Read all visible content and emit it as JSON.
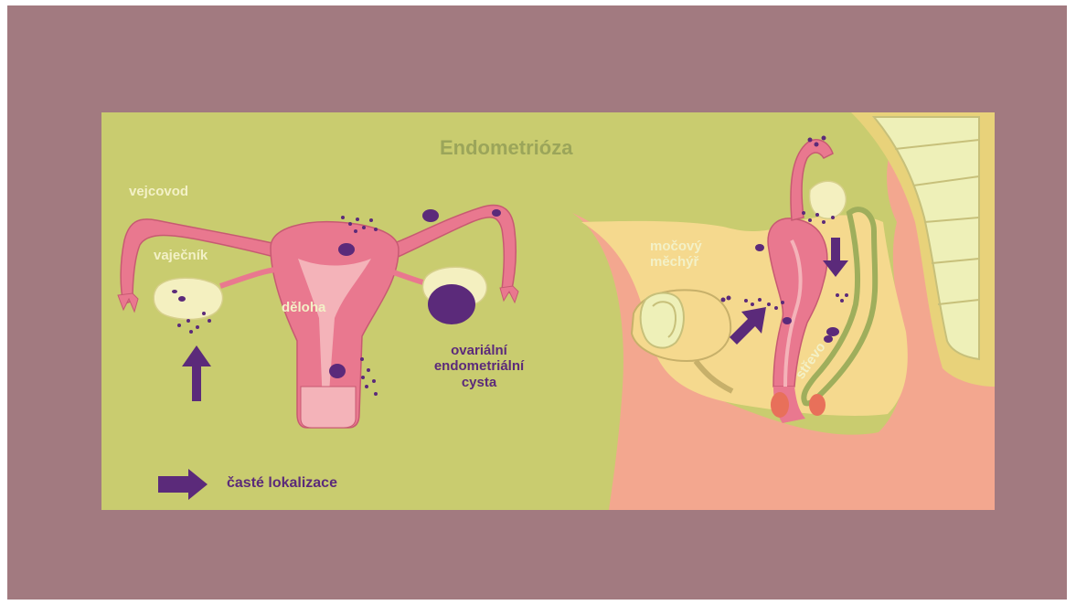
{
  "title": "Endometrióza",
  "labels": {
    "vejcovod": "vejcovod",
    "vajecnik": "vaječník",
    "deloha": "děloha",
    "cyst_line1": "ovariální",
    "cyst_line2": "endometriální",
    "cyst_line3": "cysta",
    "mocovy_line1": "močový",
    "mocovy_line2": "měchýř",
    "strevo": "střevo"
  },
  "legend": {
    "text": "časté lokalizace",
    "icon": "arrow-right-icon"
  },
  "colors": {
    "frame": "#a27a80",
    "panel": "#c9cc6f",
    "uterus": "#e9788f",
    "uterus_light": "#f4b3b9",
    "ovary": "#f4f0c0",
    "lesion": "#5b2a7a",
    "body": "#f3a78f",
    "intestine": "#9fae5c",
    "bone": "#eef0b8"
  }
}
